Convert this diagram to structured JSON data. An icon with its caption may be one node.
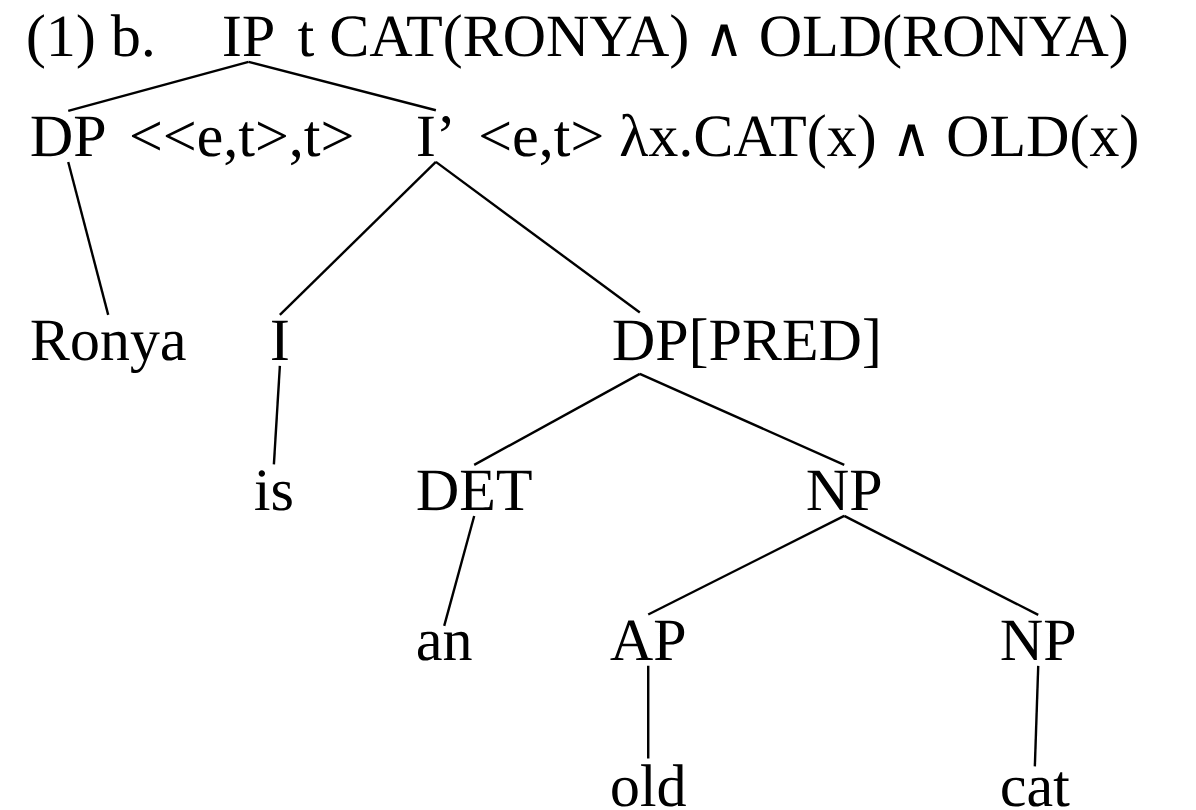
{
  "diagram": {
    "nodes": [
      {
        "text": [
          "IP"
        ],
        "beside": [
          "t CAT(RONYA) ∧ OLD(RONYA)"
        ]
      },
      {
        "text": [
          "DP"
        ],
        "beside": [
          "<<e,t>,t>"
        ]
      },
      {
        "text": [
          "I’"
        ],
        "beside": [
          "<e,t> λx.CAT(x) ∧ OLD(x)"
        ]
      },
      {
        "text": [
          "Ronya"
        ]
      },
      {
        "text": [
          "I"
        ]
      },
      {
        "text": [
          "DP[PRED]"
        ]
      },
      {
        "text": [
          "is"
        ]
      },
      {
        "text": [
          "DET"
        ]
      },
      {
        "text": [
          "NP"
        ]
      },
      {
        "text": [
          "an"
        ]
      },
      {
        "text": [
          "AP"
        ]
      },
      {
        "text": [
          "NP"
        ]
      },
      {
        "text": [
          "old"
        ]
      },
      {
        "text": [
          "cat"
        ]
      }
    ],
    "edges": [
      {
        "from": 0,
        "to": 1,
        "arrow": "none"
      },
      {
        "from": 0,
        "to": 2,
        "arrow": "none"
      },
      {
        "from": 1,
        "to": 3,
        "arrow": "none"
      },
      {
        "from": 2,
        "to": 4,
        "arrow": "none"
      },
      {
        "from": 2,
        "to": 5,
        "arrow": "none"
      },
      {
        "from": 4,
        "to": 6,
        "arrow": "none"
      },
      {
        "from": 5,
        "to": 7,
        "arrow": "none"
      },
      {
        "from": 5,
        "to": 8,
        "arrow": "none"
      },
      {
        "from": 7,
        "to": 9,
        "arrow": "none"
      },
      {
        "from": 8,
        "to": 10,
        "arrow": "none"
      },
      {
        "from": 8,
        "to": 11,
        "arrow": "none"
      },
      {
        "from": 10,
        "to": 12,
        "arrow": "none"
      },
      {
        "from": 11,
        "to": 13,
        "arrow": "none"
      }
    ],
    "labels": [
      "(1) b."
    ]
  }
}
